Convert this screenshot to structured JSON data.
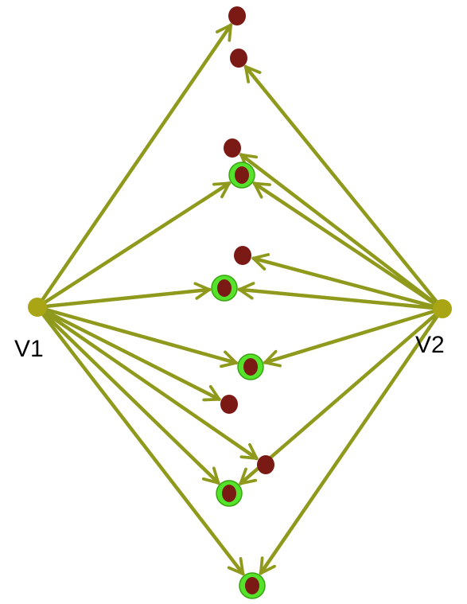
{
  "diagram": {
    "colors": {
      "arrow": "#8f9a1c",
      "vertex": "#a9a514",
      "dot": "#7b1a14",
      "ring": "#55e22a",
      "ring_stroke": "#3aa312",
      "label": "#000000"
    },
    "vertices": [
      {
        "id": "v1",
        "label": "V1"
      },
      {
        "id": "v2",
        "label": "V2"
      }
    ]
  }
}
